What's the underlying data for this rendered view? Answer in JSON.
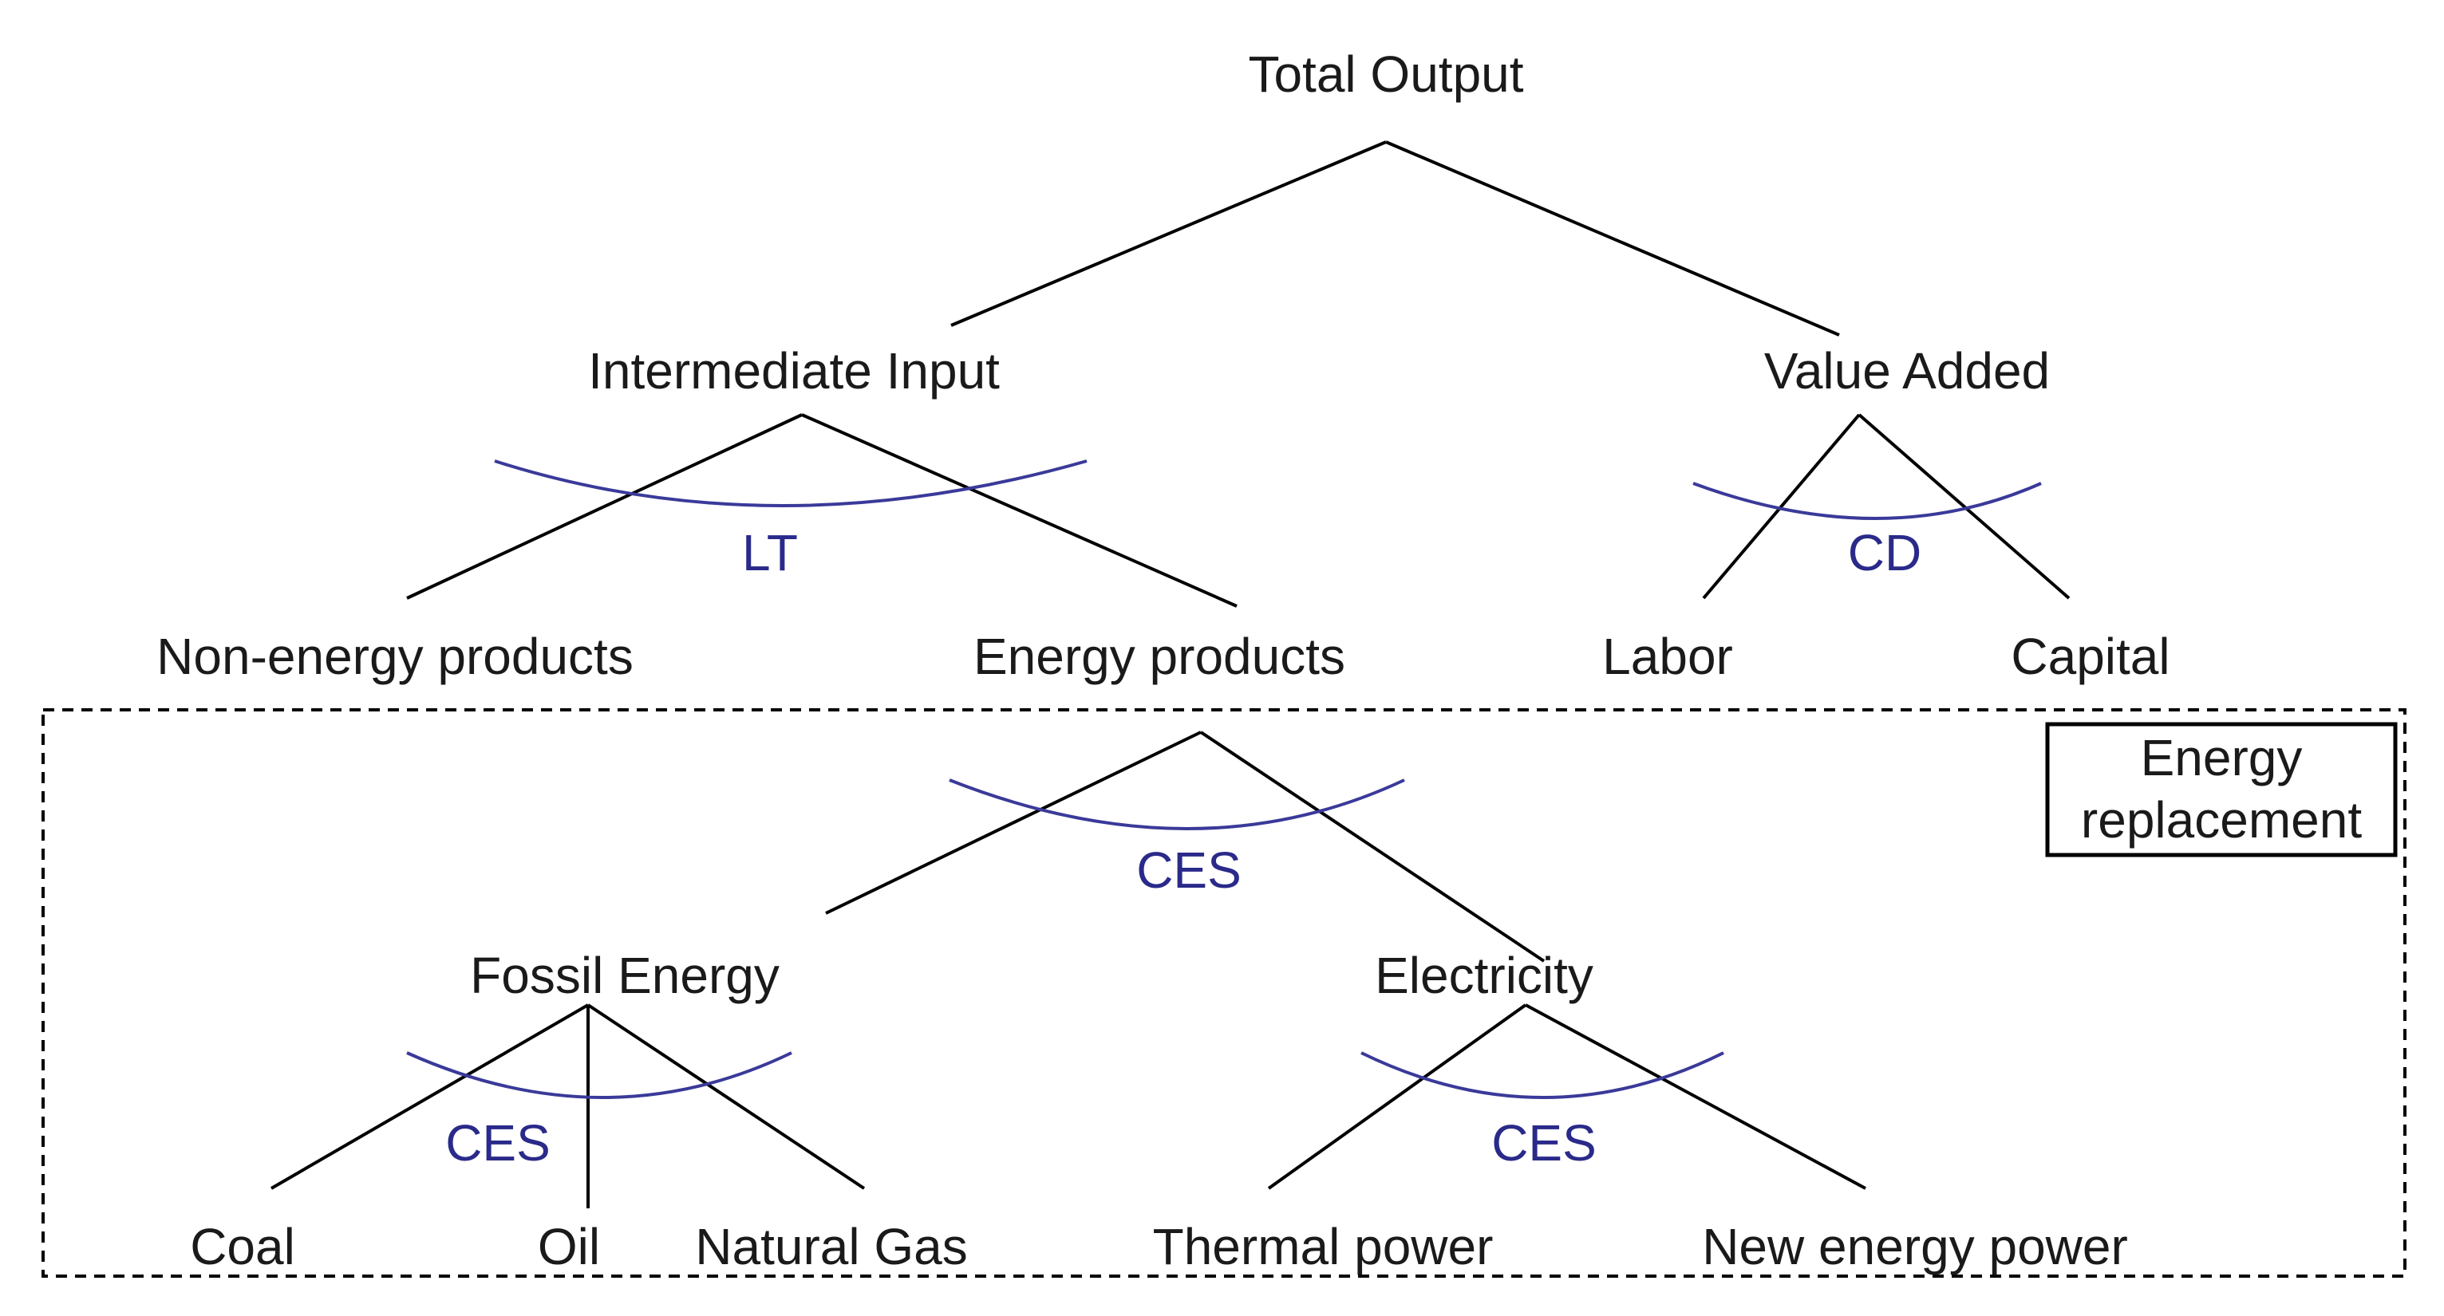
{
  "nodes": {
    "total_output": "Total Output",
    "intermediate_input": "Intermediate Input",
    "value_added": "Value Added",
    "non_energy_products": "Non-energy products",
    "energy_products": "Energy products",
    "labor": "Labor",
    "capital": "Capital",
    "fossil_energy": "Fossil Energy",
    "electricity": "Electricity",
    "coal": "Coal",
    "oil": "Oil",
    "natural_gas": "Natural Gas",
    "thermal_power": "Thermal power",
    "new_energy_power": "New energy power"
  },
  "functions": {
    "intermediate": "LT",
    "value_added": "CD",
    "energy": "CES",
    "fossil": "CES",
    "electricity": "CES"
  },
  "box_label": {
    "line1": "Energy",
    "line2": "replacement"
  },
  "colors": {
    "function_arc": "#3a3a9a",
    "function_text": "#2a2a8a",
    "line": "#000000"
  }
}
